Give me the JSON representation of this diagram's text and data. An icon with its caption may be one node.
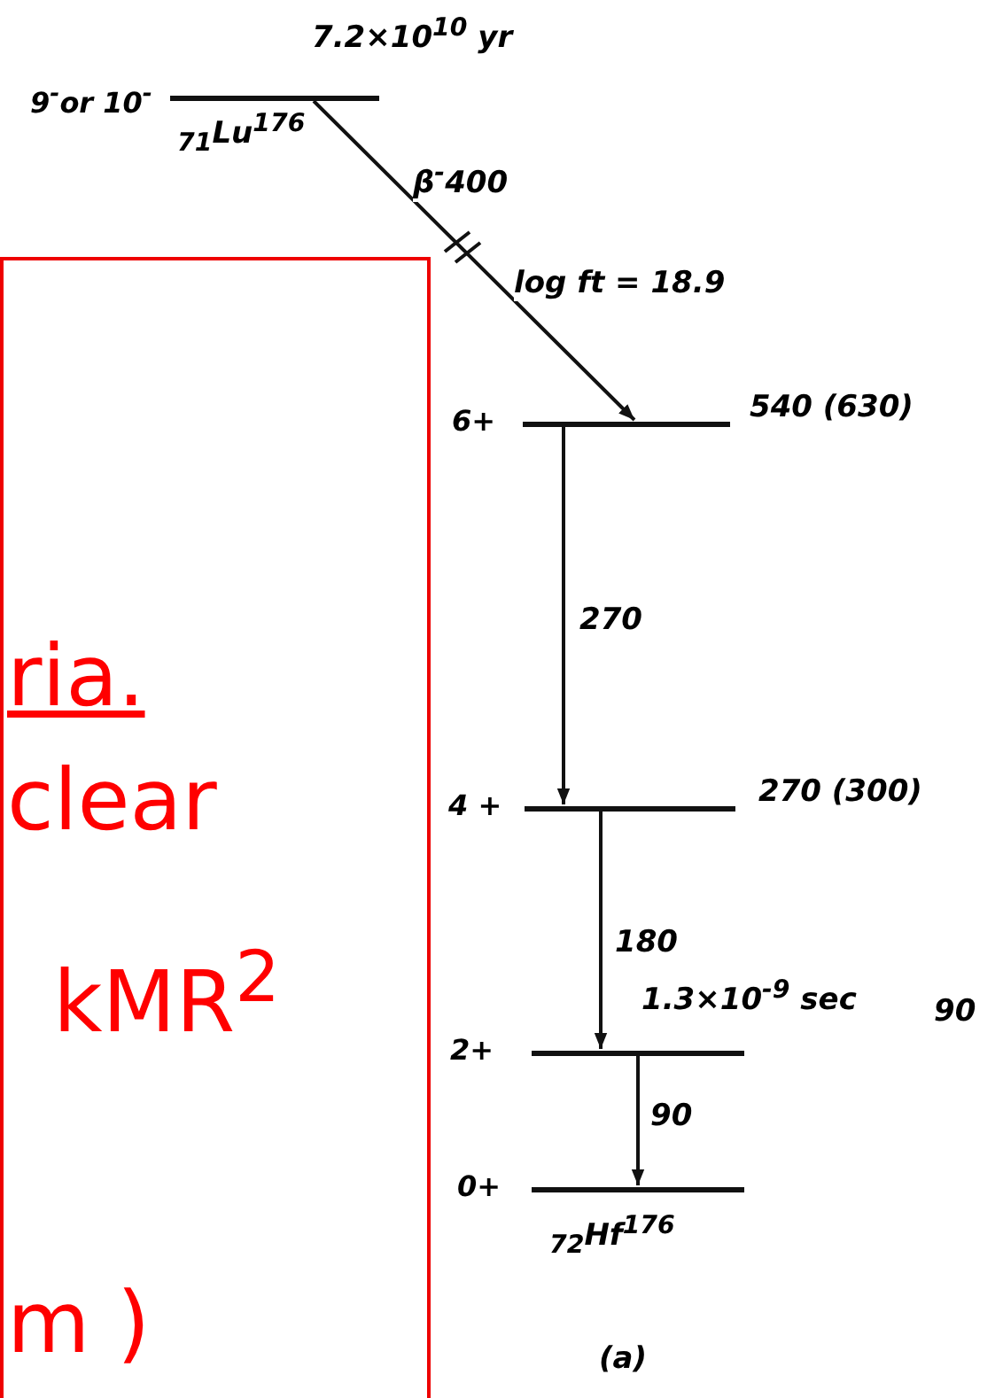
{
  "diagram": {
    "nodes": [
      {
        "text": [
          "9$^{-}$or 10$^{-}$"
        ],
        "beside": [
          "7.2×10$^{10}$ yr",
          "$_{71}$Lu$^{176}$"
        ]
      },
      {
        "text": [
          "6+"
        ],
        "beside": [
          "540 (630)"
        ]
      },
      {
        "text": [
          "4 +"
        ],
        "beside": [
          "270 (300)"
        ]
      },
      {
        "text": [
          "2+"
        ],
        "beside": [
          "1.3×10$^{-9}$ sec",
          "90"
        ]
      },
      {
        "text": [
          "0+"
        ],
        "beside": [
          "$_{72}$Hf$^{176}$"
        ]
      },
      {
        "text": [
          "ria.",
          "clear",
          "kMR$^{2}$",
          "m )"
        ]
      }
    ],
    "edges": [
      {
        "from": 0,
        "to": 1,
        "arrow": "to",
        "label": "β$^{-}$400"
      },
      {
        "from": 1,
        "to": 2,
        "arrow": "to",
        "label": "270"
      },
      {
        "from": 2,
        "to": 3,
        "arrow": "to",
        "label": "180"
      },
      {
        "from": 3,
        "to": 4,
        "arrow": "to",
        "label": "90"
      }
    ],
    "labels": [
      "log ft = 18.9",
      "(a)"
    ]
  }
}
